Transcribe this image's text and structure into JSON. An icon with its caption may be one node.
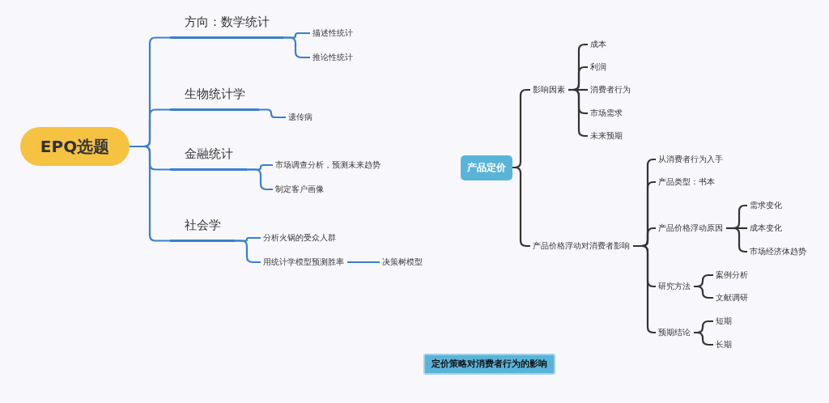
{
  "diagram": {
    "nodes": [
      {
        "text": [
          "EPQ选题"
        ]
      },
      {
        "text": [
          "方向：数学统计"
        ]
      },
      {
        "text": [
          "描述性统计"
        ]
      },
      {
        "text": [
          "推论性统计"
        ]
      },
      {
        "text": [
          "生物统计学"
        ]
      },
      {
        "text": [
          "遗传病"
        ]
      },
      {
        "text": [
          "金融统计"
        ]
      },
      {
        "text": [
          "市场调查分析，预测未来趋势"
        ]
      },
      {
        "text": [
          "制定客户画像"
        ]
      },
      {
        "text": [
          "社会学"
        ]
      },
      {
        "text": [
          "分析火锅的受众人群"
        ]
      },
      {
        "text": [
          "用统计学模型预测胜率"
        ]
      },
      {
        "text": [
          "决策树模型"
        ]
      },
      {
        "text": [
          "产品定价"
        ]
      },
      {
        "text": [
          "影响因素"
        ]
      },
      {
        "text": [
          "成本"
        ]
      },
      {
        "text": [
          "利润"
        ]
      },
      {
        "text": [
          "消费者行为"
        ]
      },
      {
        "text": [
          "市场需求"
        ]
      },
      {
        "text": [
          "未来预期"
        ]
      },
      {
        "text": [
          "产品价格浮动对消费者影响"
        ]
      },
      {
        "text": [
          "从消费者行为入手"
        ]
      },
      {
        "text": [
          "产品类型：书本"
        ]
      },
      {
        "text": [
          "产品价格浮动原因"
        ]
      },
      {
        "text": [
          "需求变化"
        ]
      },
      {
        "text": [
          "成本变化"
        ]
      },
      {
        "text": [
          "市场经济体趋势"
        ]
      },
      {
        "text": [
          "研究方法"
        ]
      },
      {
        "text": [
          "案例分析"
        ]
      },
      {
        "text": [
          "文献调研"
        ]
      },
      {
        "text": [
          "预期结论"
        ]
      },
      {
        "text": [
          "短期"
        ]
      },
      {
        "text": [
          "长期"
        ]
      },
      {
        "text": [
          "定价策略对消费者行为的影响"
        ]
      }
    ],
    "edges": [
      {
        "from": 0,
        "to": 1,
        "arrow": "none",
        "color": "#3a7fcf"
      },
      {
        "from": 0,
        "to": 4,
        "arrow": "none",
        "color": "#3a7fcf"
      },
      {
        "from": 0,
        "to": 6,
        "arrow": "none",
        "color": "#3a7fcf"
      },
      {
        "from": 0,
        "to": 9,
        "arrow": "none",
        "color": "#3a7fcf"
      },
      {
        "from": 1,
        "to": 2,
        "arrow": "none",
        "color": "#3a7fcf"
      },
      {
        "from": 1,
        "to": 3,
        "arrow": "none",
        "color": "#3a7fcf"
      },
      {
        "from": 4,
        "to": 5,
        "arrow": "none",
        "color": "#3a7fcf"
      },
      {
        "from": 6,
        "to": 7,
        "arrow": "none",
        "color": "#3a7fcf"
      },
      {
        "from": 6,
        "to": 8,
        "arrow": "none",
        "color": "#3a7fcf"
      },
      {
        "from": 9,
        "to": 10,
        "arrow": "none",
        "color": "#3a7fcf"
      },
      {
        "from": 9,
        "to": 11,
        "arrow": "none",
        "color": "#3a7fcf"
      },
      {
        "from": 11,
        "to": 12,
        "arrow": "none",
        "color": "#3a7fcf"
      },
      {
        "from": 13,
        "to": 14,
        "arrow": "none"
      },
      {
        "from": 13,
        "to": 20,
        "arrow": "none"
      },
      {
        "from": 14,
        "to": 15,
        "arrow": "none"
      },
      {
        "from": 14,
        "to": 16,
        "arrow": "none"
      },
      {
        "from": 14,
        "to": 17,
        "arrow": "none"
      },
      {
        "from": 14,
        "to": 18,
        "arrow": "none"
      },
      {
        "from": 14,
        "to": 19,
        "arrow": "none"
      },
      {
        "from": 20,
        "to": 21,
        "arrow": "none"
      },
      {
        "from": 20,
        "to": 22,
        "arrow": "none"
      },
      {
        "from": 20,
        "to": 23,
        "arrow": "none"
      },
      {
        "from": 20,
        "to": 27,
        "arrow": "none"
      },
      {
        "from": 20,
        "to": 30,
        "arrow": "none"
      },
      {
        "from": 23,
        "to": 24,
        "arrow": "none"
      },
      {
        "from": 23,
        "to": 25,
        "arrow": "none"
      },
      {
        "from": 23,
        "to": 26,
        "arrow": "none"
      },
      {
        "from": 27,
        "to": 28,
        "arrow": "none"
      },
      {
        "from": 27,
        "to": 29,
        "arrow": "none"
      },
      {
        "from": 30,
        "to": 31,
        "arrow": "none"
      },
      {
        "from": 30,
        "to": 32,
        "arrow": "none"
      }
    ]
  }
}
